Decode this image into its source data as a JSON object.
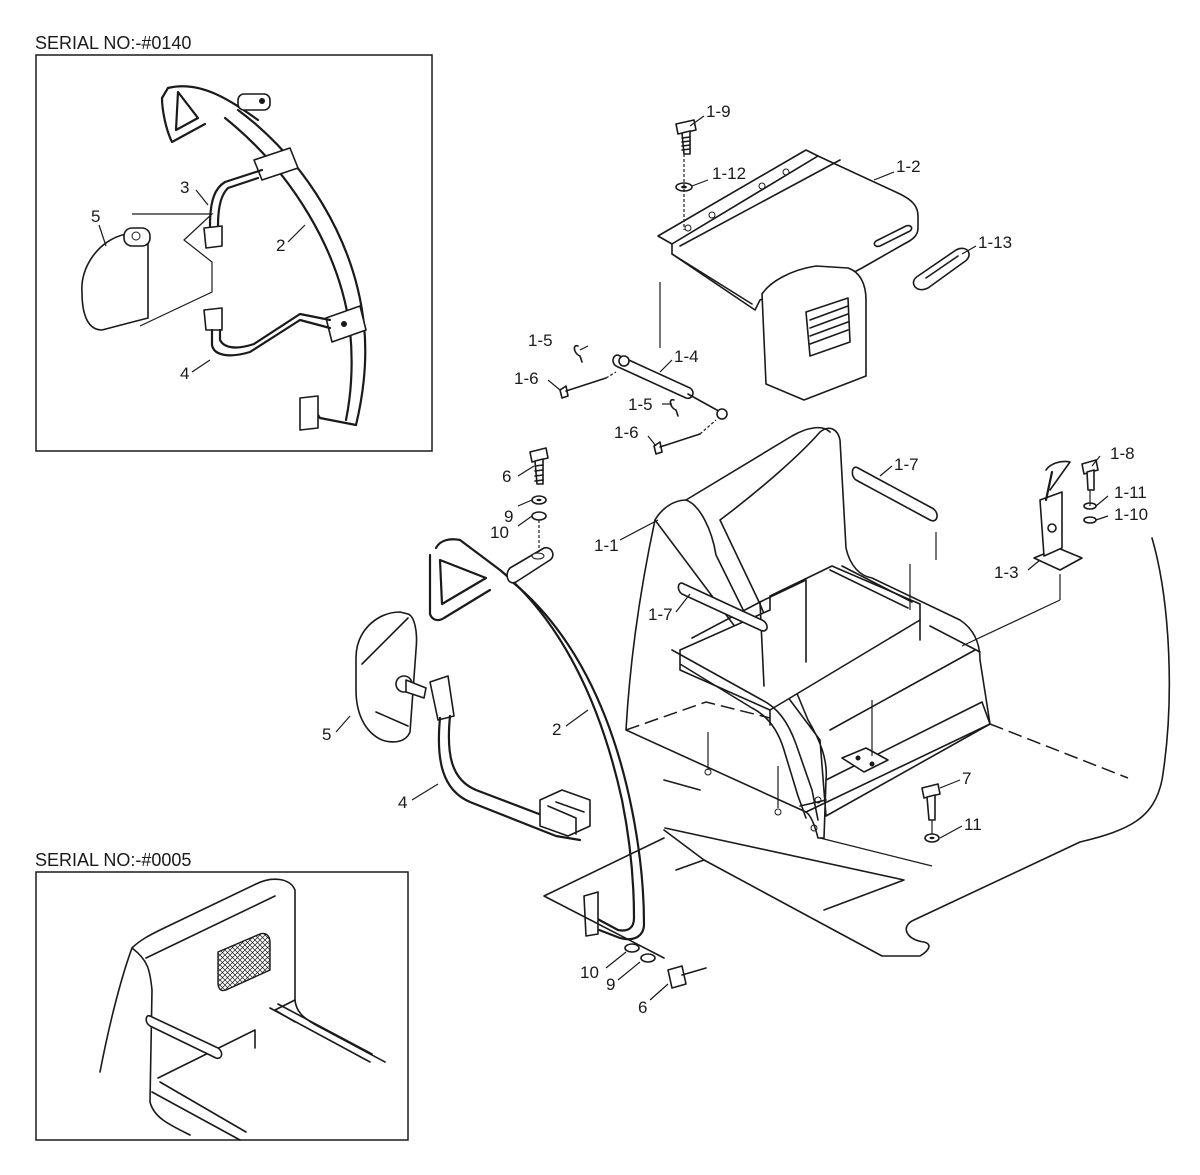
{
  "headers": {
    "inset_top": "SERIAL NO:-#0140",
    "inset_bottom": "SERIAL NO:-#0005"
  },
  "callouts": {
    "c1_9": "1-9",
    "c1_12": "1-12",
    "c1_2": "1-2",
    "c1_13": "1-13",
    "c1_5a": "1-5",
    "c1_4": "1-4",
    "c1_6a": "1-6",
    "c1_5b": "1-5",
    "c1_6b": "1-6",
    "c1_7a": "1-7",
    "c1_8": "1-8",
    "c1_11": "1-11",
    "c1_10": "1-10",
    "c1_3": "1-3",
    "c1_1": "1-1",
    "c1_7b": "1-7",
    "c6a": "6",
    "c9a": "9",
    "c10a": "10",
    "c5": "5",
    "c2": "2",
    "c4": "4",
    "c7": "7",
    "c11": "11",
    "c10b": "10",
    "c9b": "9",
    "c6b": "6",
    "i3": "3",
    "i5": "5",
    "i2": "2",
    "i4": "4"
  }
}
